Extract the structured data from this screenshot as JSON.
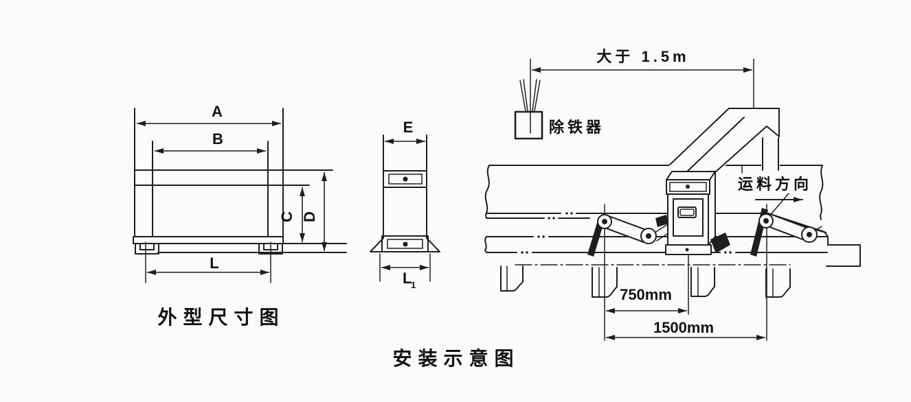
{
  "diagram": {
    "background": "#fbfbfb",
    "line_color": "#1e1e1e"
  },
  "outline_figure": {
    "caption": "外型尺寸图",
    "labels": {
      "a": "A",
      "b": "B",
      "c": "C",
      "d": "D",
      "l": "L"
    }
  },
  "side_figure": {
    "labels": {
      "e": "E",
      "l1_main": "L",
      "l1_sub": "1"
    }
  },
  "installation_figure": {
    "caption": "安装示意图",
    "clearance": "大于 1.5m",
    "iron_remover": "除铁器",
    "direction": "运料方向",
    "dim_roller_spacing": "750mm",
    "dim_span": "1500mm"
  }
}
